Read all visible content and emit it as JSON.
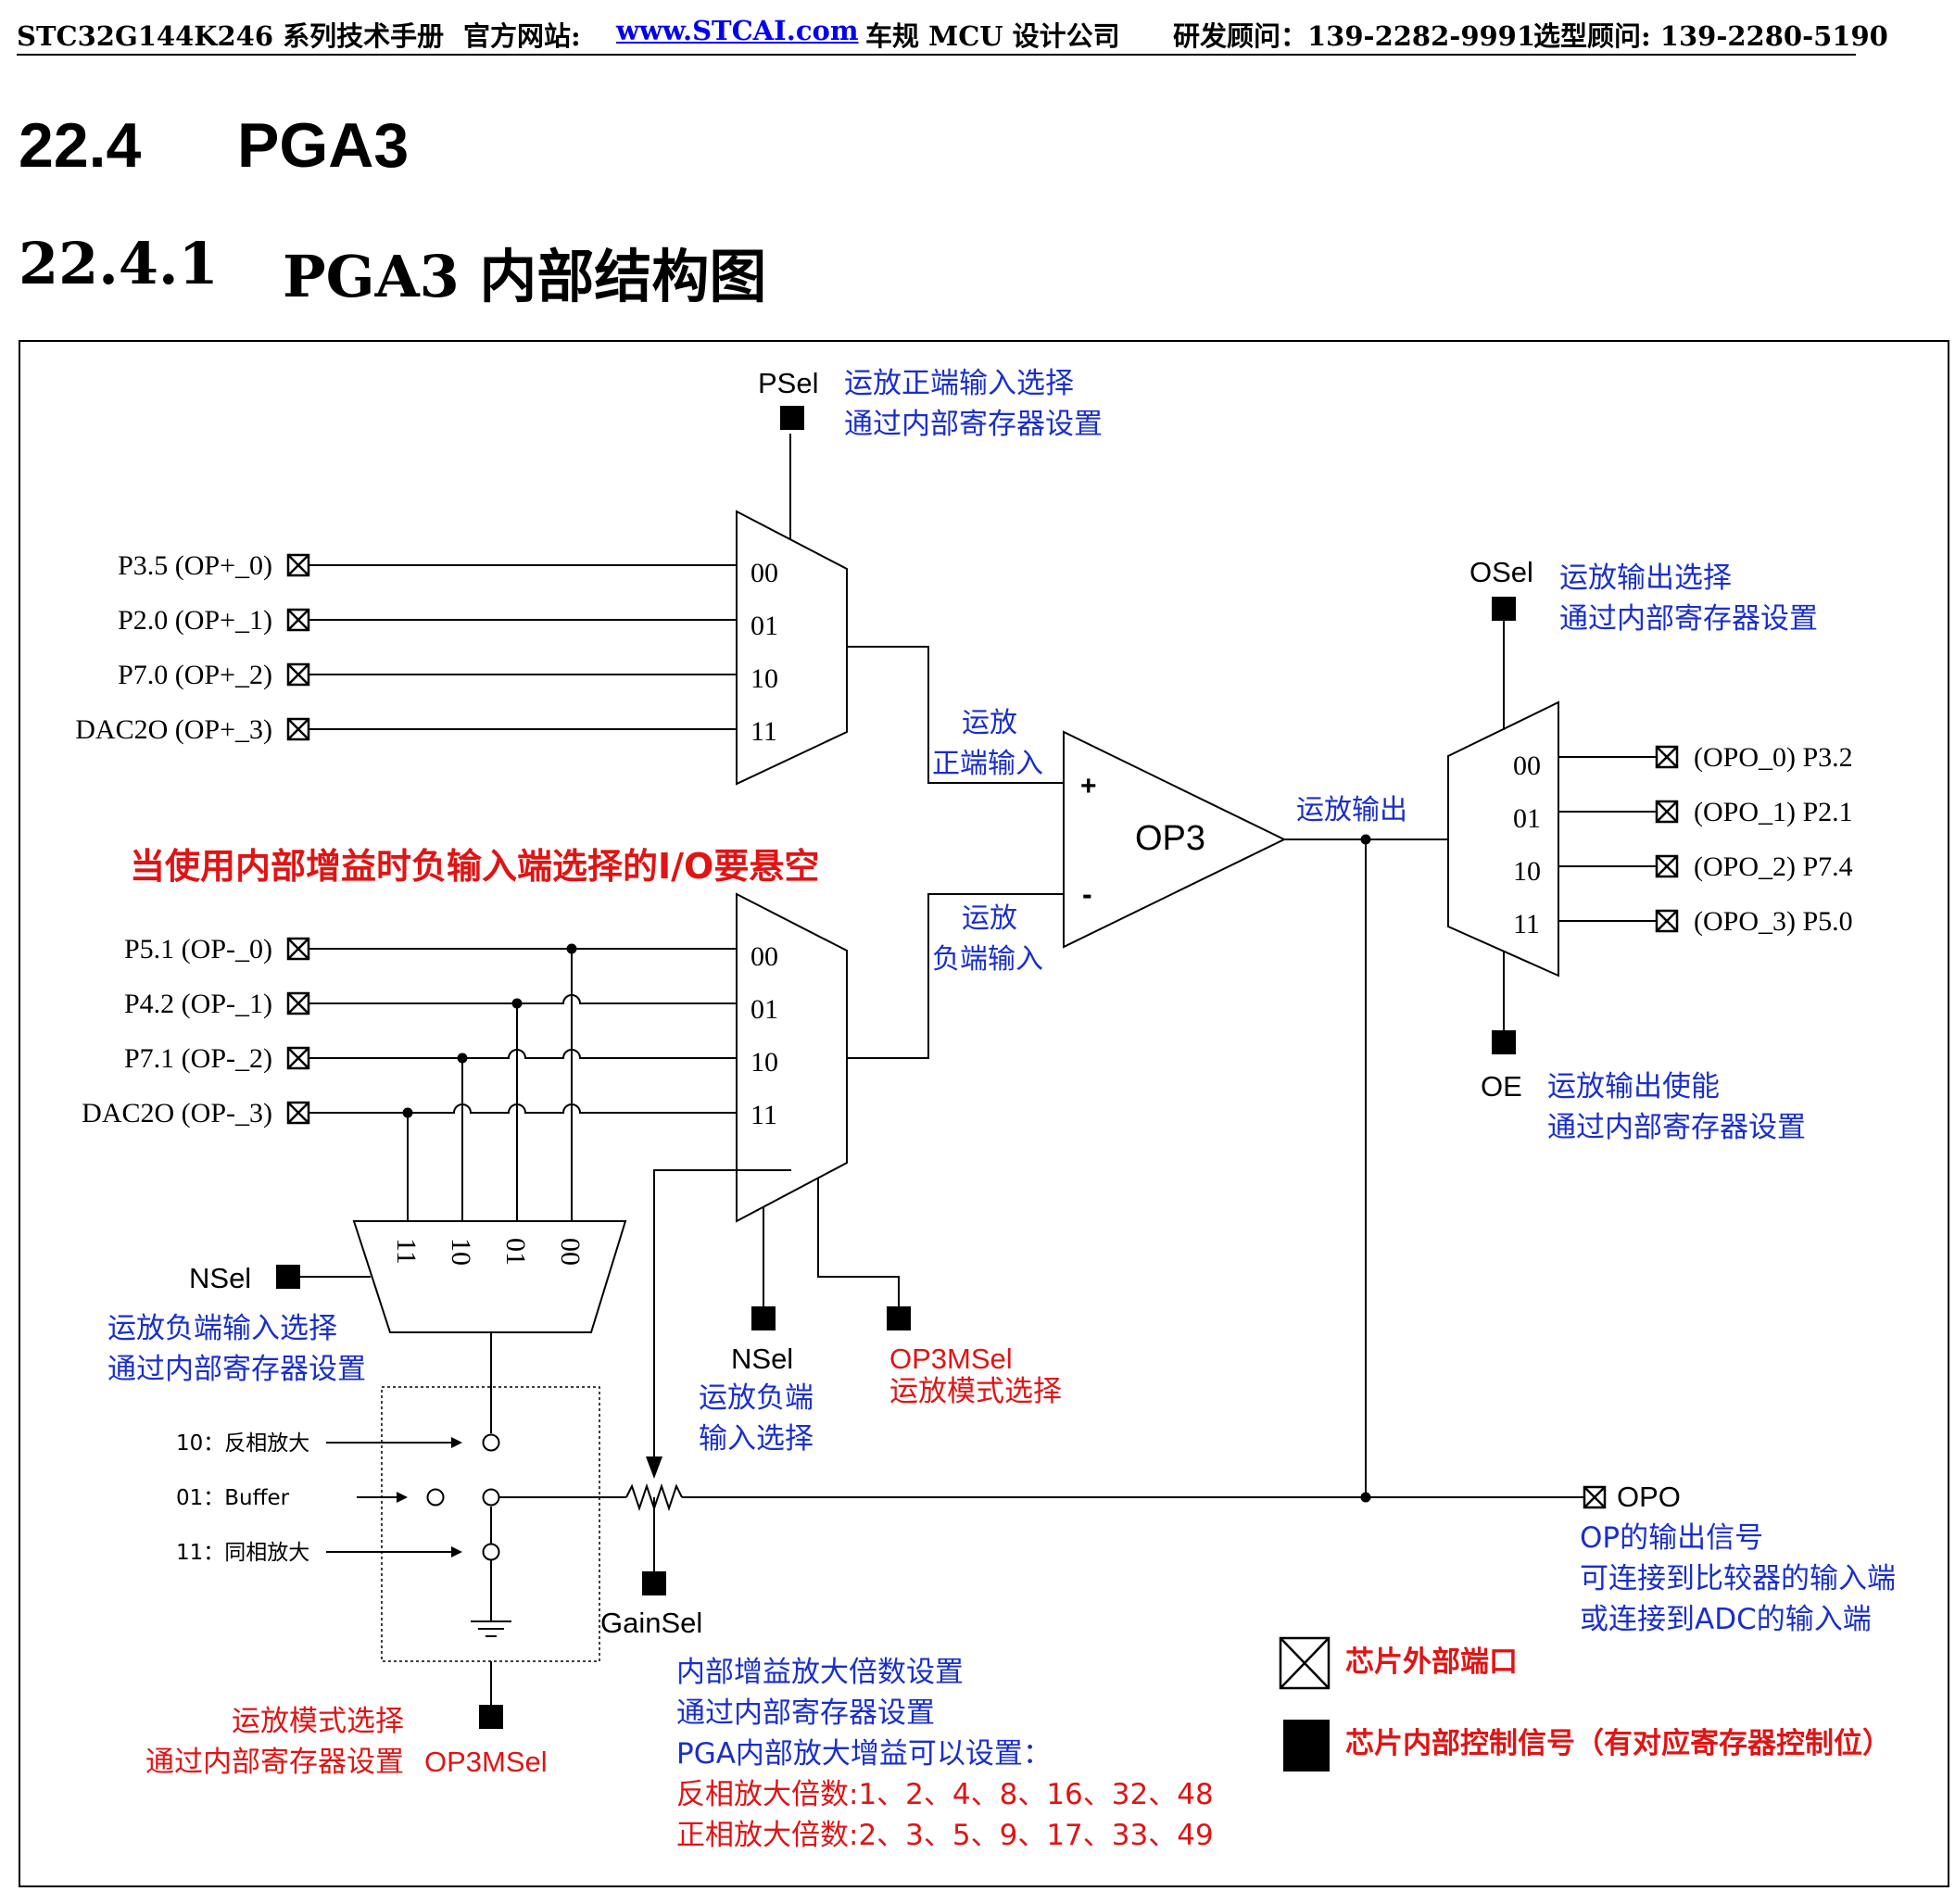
{
  "header": {
    "manual": "STC32G144K246 系列技术手册",
    "site_label": "官方网站: ",
    "site_link": "www.STCAI.com",
    "company": "车规 MCU 设计公司",
    "rd_advisor": "研发顾问：139-2282-9991",
    "sel_advisor": "选型顾问: 139-2280-5190"
  },
  "section": {
    "number": "22.4",
    "title": "PGA3"
  },
  "subsection": {
    "number": "22.4.1",
    "title": "PGA3 内部结构图"
  },
  "diagram": {
    "psel": {
      "label": "PSel",
      "desc1": "运放正端输入选择",
      "desc2": "通过内部寄存器设置"
    },
    "pos_inputs": [
      "P3.5 (OP+_0)",
      "P2.0 (OP+_1)",
      "P7.0 (OP+_2)",
      "DAC2O (OP+_3)"
    ],
    "mux_codes": [
      "00",
      "01",
      "10",
      "11"
    ],
    "pos_in_label": [
      "运放",
      "正端输入"
    ],
    "neg_in_label": [
      "运放",
      "负端输入"
    ],
    "op_name": "OP3",
    "plus": "+",
    "minus": "-",
    "op_out_label": "运放输出",
    "osel": {
      "label": "OSel",
      "desc1": "运放输出选择",
      "desc2": "通过内部寄存器设置"
    },
    "out_ports": [
      "(OPO_0) P3.2",
      "(OPO_1) P2.1",
      "(OPO_2) P7.4",
      "(OPO_3) P5.0"
    ],
    "oe": {
      "label": "OE",
      "desc1": "运放输出使能",
      "desc2": "通过内部寄存器设置"
    },
    "warning": "当使用内部增益时负输入端选择的I/O要悬空",
    "neg_inputs": [
      "P5.1 (OP-_0)",
      "P4.2 (OP-_1)",
      "P7.1 (OP-_2)",
      "DAC2O (OP-_3)"
    ],
    "nsel_left": {
      "label": "NSel",
      "desc1": "运放负端输入选择",
      "desc2": "通过内部寄存器设置"
    },
    "nsel_mid": {
      "label": "NSel",
      "desc1": "运放负端",
      "desc2": "输入选择"
    },
    "op3msel_mid": {
      "label": "OP3MSel",
      "desc": "运放模式选择"
    },
    "modes": [
      "10：反相放大",
      "01：Buffer",
      "11：同相放大"
    ],
    "op3msel_bottom": {
      "desc1": "运放模式选择",
      "desc2": "通过内部寄存器设置",
      "label": "OP3MSel"
    },
    "gainsel": "GainSel",
    "gain": {
      "line1": "内部增益放大倍数设置",
      "line2": "通过内部寄存器设置",
      "line3": "PGA内部放大增益可以设置：",
      "inv": "反相放大倍数:1、2、4、8、16、32、48",
      "noninv": "正相放大倍数:2、3、5、9、17、33、49"
    },
    "opo": {
      "label": "OPO",
      "desc1": "OP的输出信号",
      "desc2": "可连接到比较器的输入端",
      "desc3": "或连接到ADC的输入端"
    },
    "legend": {
      "external": "芯片外部端口",
      "internal": "芯片内部控制信号（有对应寄存器控制位）"
    },
    "colors": {
      "blue": "#1a2fc9",
      "red": "#e01414",
      "black": "#000000"
    }
  }
}
